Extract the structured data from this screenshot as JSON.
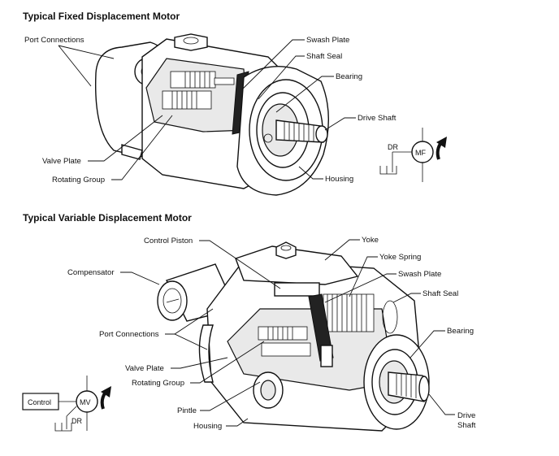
{
  "titles": {
    "fixed": "Typical Fixed Displacement Motor",
    "variable": "Typical Variable Displacement Motor"
  },
  "fixed_labels": {
    "port_connections": "Port Connections",
    "swash_plate": "Swash Plate",
    "shaft_seal": "Shaft Seal",
    "bearing": "Bearing",
    "drive_shaft": "Drive Shaft",
    "valve_plate": "Valve Plate",
    "rotating_group": "Rotating Group",
    "housing": "Housing"
  },
  "fixed_symbol": {
    "drain": "DR",
    "motor": "MF"
  },
  "variable_labels": {
    "control_piston": "Control Piston",
    "yoke": "Yoke",
    "yoke_spring": "Yoke Spring",
    "compensator": "Compensator",
    "swash_plate": "Swash Plate",
    "shaft_seal": "Shaft Seal",
    "port_connections": "Port Connections",
    "bearing": "Bearing",
    "valve_plate": "Valve Plate",
    "rotating_group": "Rotating Group",
    "pintle": "Pintle",
    "housing": "Housing",
    "drive_shaft_line1": "Drive",
    "drive_shaft_line2": "Shaft"
  },
  "variable_symbol": {
    "control": "Control",
    "motor": "MV",
    "drain": "DR"
  },
  "icons": {
    "rotation_arrow": "curved-rotation-arrow-icon"
  }
}
